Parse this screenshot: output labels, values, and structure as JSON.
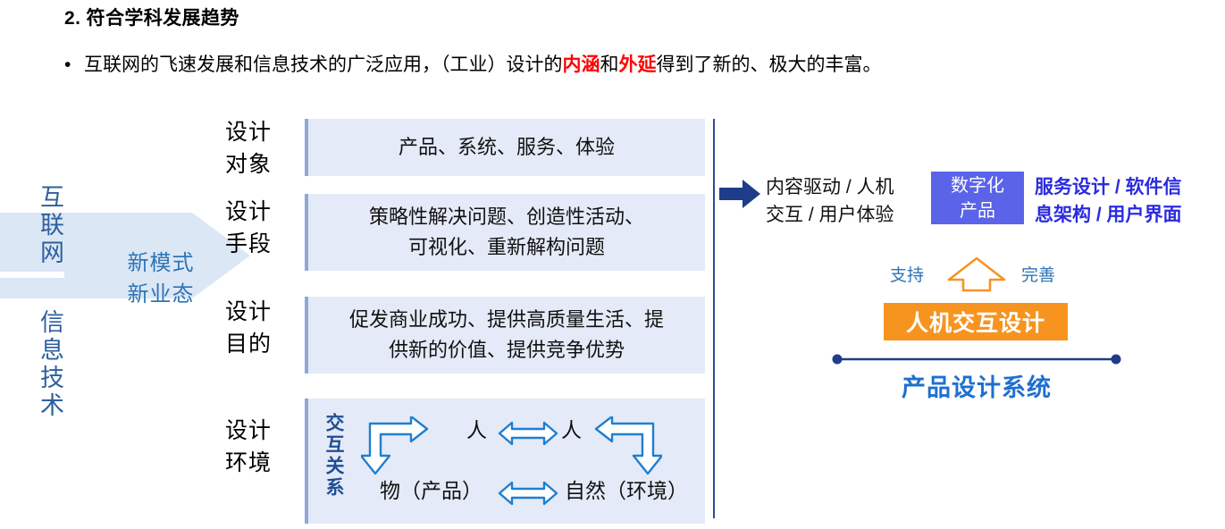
{
  "header": {
    "title": "2. 符合学科发展趋势",
    "bullet_marker": "•",
    "bullet_pre": "互联网的飞速发展和信息技术的广泛应用，（工业）设计的",
    "highlight_1": "内涵",
    "bullet_mid": "和",
    "highlight_2": "外延",
    "bullet_post": "得到了新的、极大的丰富。",
    "highlight_color": "#FF0000"
  },
  "left": {
    "vertical_internet": "互联网",
    "vertical_infotech": "信息技术",
    "arrow_caption_line1": "新模式",
    "arrow_caption_line2": "新业态",
    "arrow_fill": "#DCE7F5",
    "text_color": "#2E5F9E"
  },
  "matrix": {
    "row_labels": [
      "设计\n对象",
      "设计\n手段",
      "设计\n目的",
      "设计\n环境"
    ],
    "rows": [
      {
        "label_line1": "设计",
        "label_line2": "对象",
        "content": "产品、系统、服务、体验"
      },
      {
        "label_line1": "设计",
        "label_line2": "手段",
        "content": "策略性解决问题、创造性活动、\n可视化、重新解构问题"
      },
      {
        "label_line1": "设计",
        "label_line2": "目的",
        "content": "促发商业成功、提供高质量生活、提\n供新的价值、提供竞争优势"
      },
      {
        "label_line1": "设计",
        "label_line2": "环境",
        "content": ""
      }
    ],
    "box_fill": "#E4EAF7",
    "box_border": "#8FA8D8"
  },
  "interaction": {
    "vertical_label": "交互关系",
    "node_person_left": "人",
    "node_person_right": "人",
    "node_object": "物（产品）",
    "node_nature": "自然（环境）",
    "arrow_color": "#1F7FD0"
  },
  "right": {
    "divider_color": "#2F4B8F",
    "lead_arrow": "arrow-right-icon",
    "left_text_line1": "内容驱动 / 人机",
    "left_text_line2": "交互 / 用户体验",
    "chip_line1": "数字化",
    "chip_line2": "产品",
    "chip_color": "#5B63E8",
    "right_text_line1": "服务设计 / 软件信",
    "right_text_line2": "息架构 / 用户界面",
    "right_text_color": "#2B2BE0",
    "support_label": "支持",
    "improve_label": "完善",
    "up_arrow_color": "#F79420",
    "hci_label": "人机交互设计",
    "hci_fill": "#F79420",
    "system_label": "产品设计系统",
    "system_color": "#1F6FD0",
    "endline_color": "#1F3C88"
  }
}
